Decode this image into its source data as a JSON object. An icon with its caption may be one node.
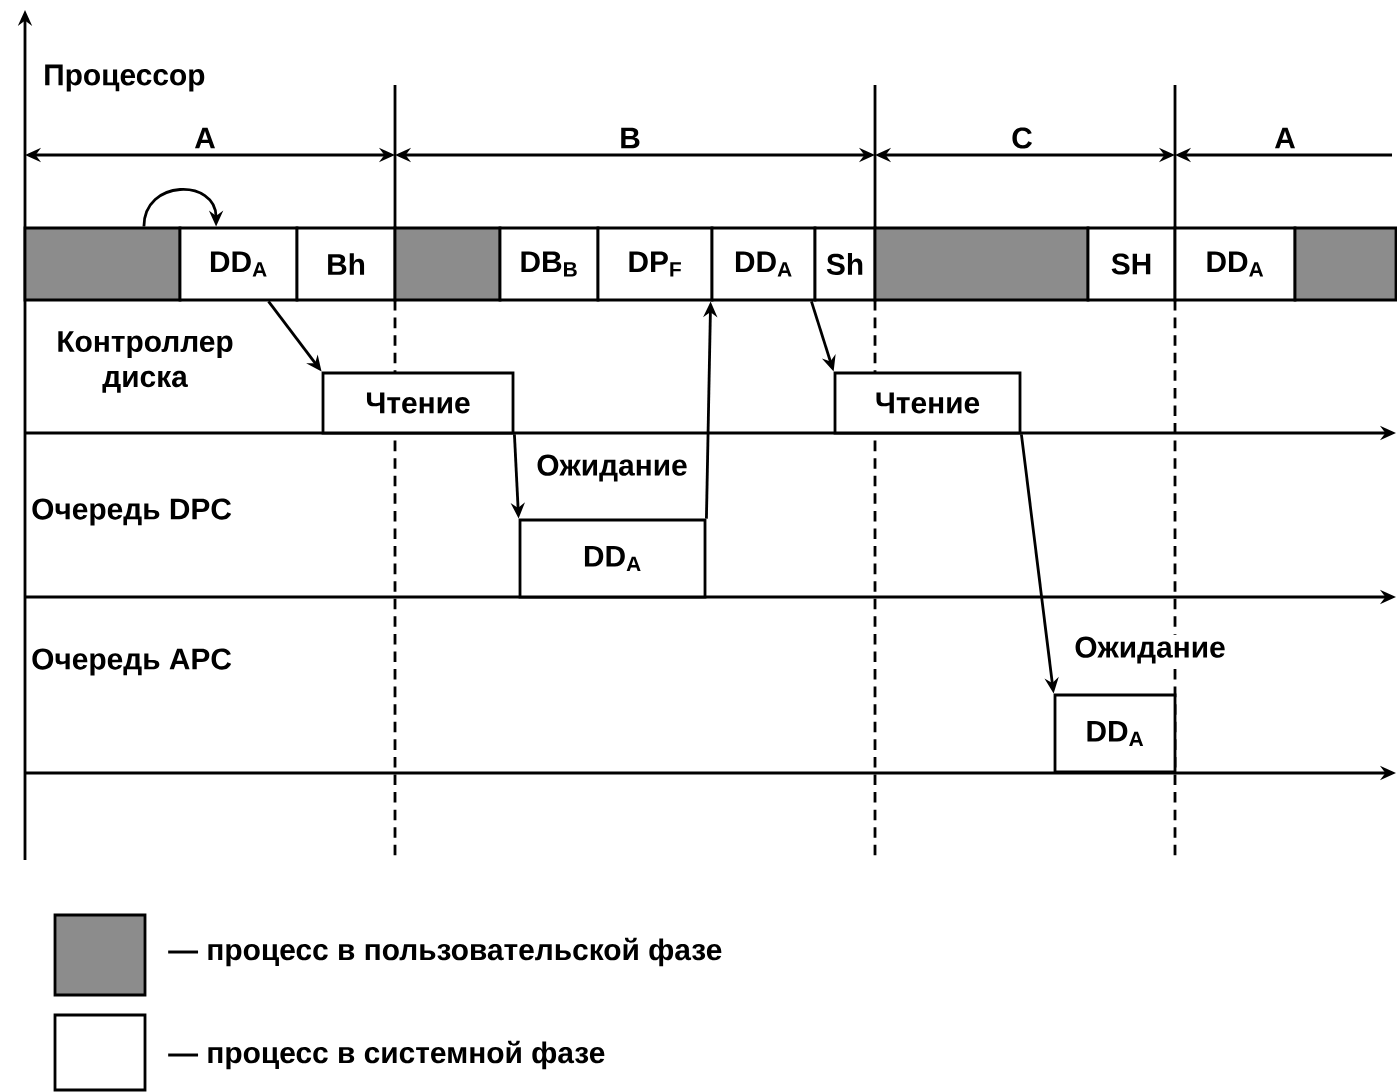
{
  "diagram": {
    "nodes": [
      {
        "text": [],
        "shape": "box"
      },
      {
        "text": [
          "DD$_{A}$"
        ]
      },
      {
        "text": [
          "Bh"
        ]
      },
      {
        "text": [],
        "shape": "box"
      },
      {
        "text": [
          "DB$_{B}$"
        ]
      },
      {
        "text": [
          "DP$_{F}$"
        ]
      },
      {
        "text": [
          "DD$_{A}$"
        ]
      },
      {
        "text": [
          "Sh"
        ]
      },
      {
        "text": [],
        "shape": "box"
      },
      {
        "text": [
          "SH"
        ]
      },
      {
        "text": [
          "DD$_{A}$"
        ]
      },
      {
        "text": [],
        "shape": "box"
      },
      {
        "text": [
          "Чтение"
        ]
      },
      {
        "text": [
          "Чтение"
        ]
      },
      {
        "text": [
          "DD$_{A}$"
        ],
        "beside": [
          "Ожидание"
        ]
      },
      {
        "text": [
          "DD$_{A}$"
        ],
        "beside": [
          "Ожидание"
        ]
      }
    ],
    "edges": [
      {
        "from": 0,
        "to": 1,
        "arrow": "to"
      },
      {
        "from": 1,
        "to": 12,
        "arrow": "to"
      },
      {
        "from": 12,
        "to": 14,
        "arrow": "to"
      },
      {
        "from": 14,
        "to": 6,
        "arrow": "to"
      },
      {
        "from": 6,
        "to": 13,
        "arrow": "to"
      },
      {
        "from": 13,
        "to": 15,
        "arrow": "to"
      }
    ],
    "labels": [
      "Процессор",
      "A",
      "B",
      "C",
      "A",
      "Контроллер диска",
      "Очередь DPC",
      "Очередь APC"
    ],
    "legend": [
      {
        "text": "— процесс в пользовательской фазе",
        "color": "#8c8c8c"
      },
      {
        "text": "— процесс в системной фазе"
      }
    ]
  }
}
